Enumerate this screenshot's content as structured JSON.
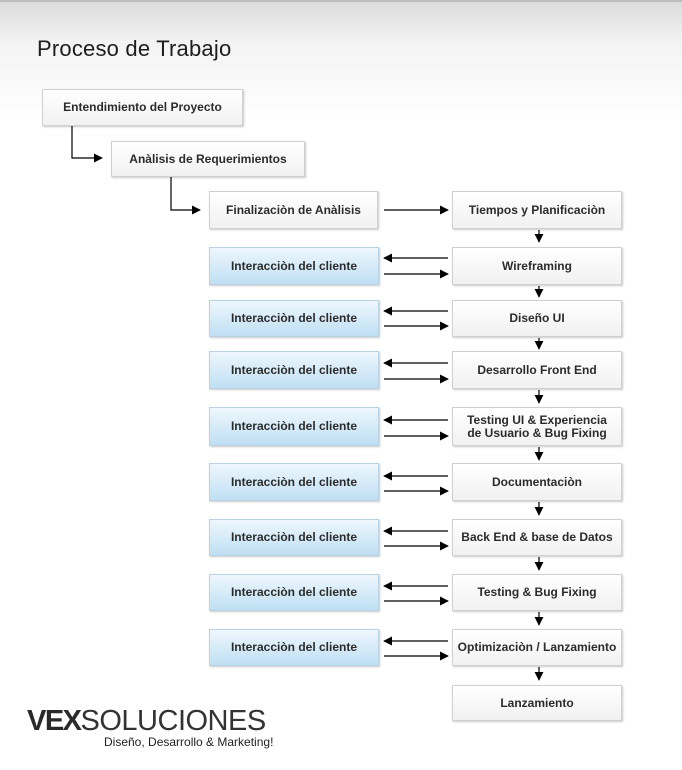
{
  "page_title": "Proceso de Trabajo",
  "steps": {
    "entendimiento": "Entendimiento del Proyecto",
    "analisis": "Anàlisis de Requerimientos",
    "finalizacion": "Finalizaciòn de Anàlisis",
    "tiempos": "Tiempos y Planificaciòn",
    "wireframing": "Wireframing",
    "diseno_ui": "Diseño UI",
    "front_end": "Desarrollo Front End",
    "testing_ux_1": "Testing UI & Experiencia",
    "testing_ux_2": "de Usuario & Bug Fixing",
    "documentacion": "Documentaciòn",
    "back_end": "Back End & base de Datos",
    "testing_bug": "Testing & Bug Fixing",
    "optimizacion": "Optimizaciòn / Lanzamiento",
    "lanzamiento": "Lanzamiento"
  },
  "client_label": "Interacciòn del cliente",
  "logo": {
    "brand_bold": "VEX",
    "brand_light": "SOLUCIONES",
    "tagline": "Diseño, Desarrollo & Marketing!"
  },
  "colors": {
    "client_box": "#cfe8f7",
    "step_box": "#f7f7f7",
    "arrow": "#000000"
  }
}
